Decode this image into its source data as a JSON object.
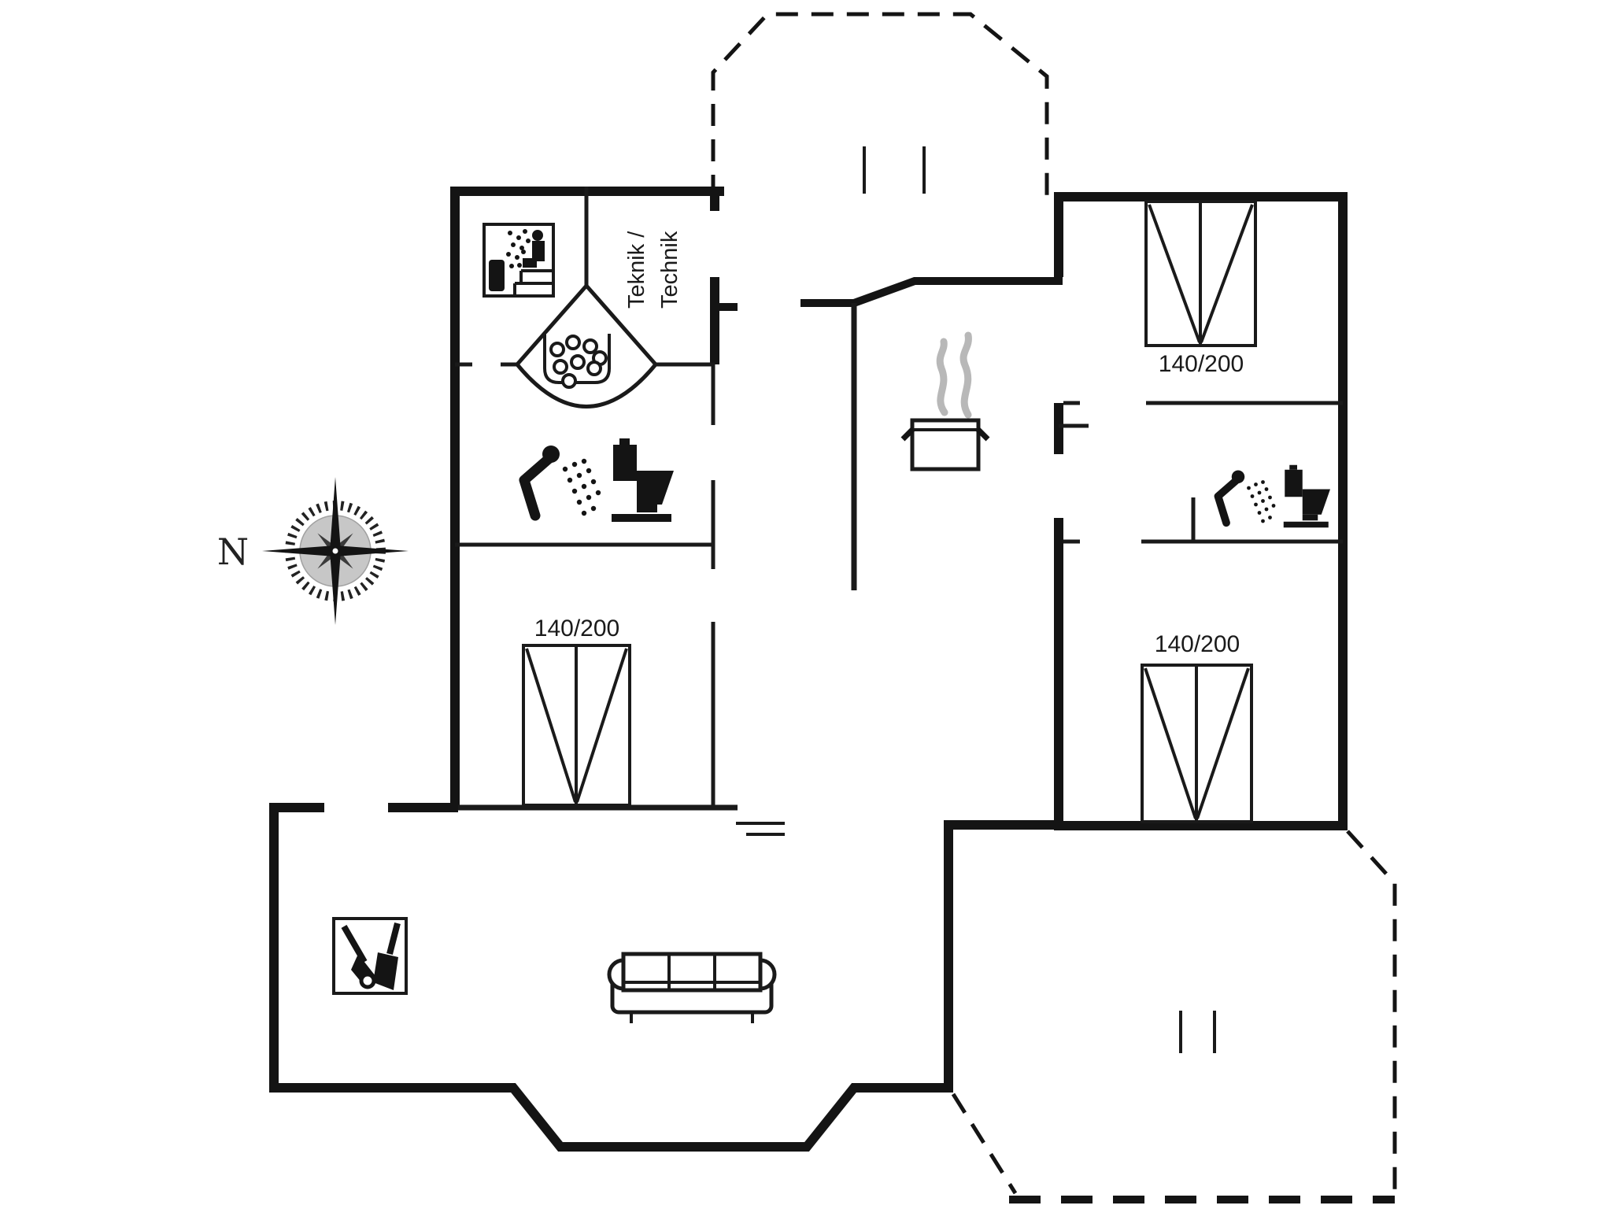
{
  "colors": {
    "background": "#ffffff",
    "wall": "#141414",
    "steam_gray": "#b8b8b8",
    "compass_shade": "#9a9a9a"
  },
  "compass": {
    "label": "N"
  },
  "technical_room": {
    "line1": "Teknik /",
    "line2": "Technik"
  },
  "beds": [
    {
      "room": "bedroom-west",
      "size_label": "140/200"
    },
    {
      "room": "bedroom-north-east",
      "size_label": "140/200"
    },
    {
      "room": "bedroom-south-east",
      "size_label": "140/200"
    }
  ],
  "icons": [
    "compass-rose-icon",
    "sauna-icon",
    "shower-corner-icon",
    "shower-icon",
    "toilet-icon",
    "cooking-pot-icon",
    "fireplace-tools-icon",
    "sofa-icon"
  ]
}
